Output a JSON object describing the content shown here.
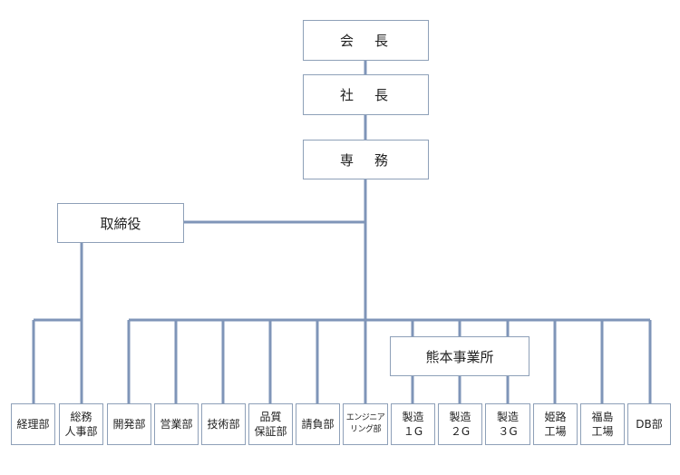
{
  "org": {
    "chairman": "会　長",
    "president": "社　長",
    "senior_md": "専　務",
    "directors": "取締役",
    "kumamoto": "熊本事業所",
    "depts": [
      "経理部",
      "総務\n人事部",
      "開発部",
      "営業部",
      "技術部",
      "品質\n保証部",
      "請負部",
      "エンジニア\nリング部",
      "製造\n１G",
      "製造\n２G",
      "製造\n３G",
      "姫路\n工場",
      "福島\n工場",
      "DB部"
    ]
  },
  "colors": {
    "line": "#7f95b8",
    "border": "#8ea0b8"
  }
}
